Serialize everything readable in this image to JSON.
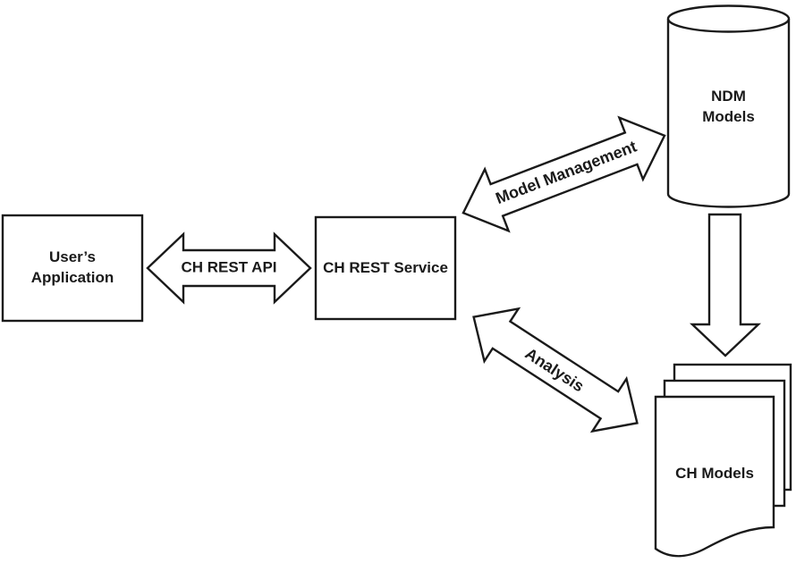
{
  "diagram": {
    "background_color": "#ffffff",
    "line_color": "#1a1a1a",
    "nodes": {
      "users_application": {
        "label": "User’s\nApplication",
        "shape": "rectangle"
      },
      "ch_rest_service": {
        "label": "CH REST Service",
        "shape": "rectangle"
      },
      "ndm_models": {
        "label": "NDM\nModels",
        "shape": "cylinder"
      },
      "ch_models": {
        "label": "CH Models",
        "shape": "document-stack"
      }
    },
    "connectors": {
      "ch_rest_api": {
        "label": "CH REST API",
        "type": "double-arrow",
        "from": "users_application",
        "to": "ch_rest_service"
      },
      "model_management": {
        "label": "Model Management",
        "type": "double-arrow",
        "from": "ch_rest_service",
        "to": "ndm_models"
      },
      "analysis": {
        "label": "Analysis",
        "type": "double-arrow",
        "from": "ch_rest_service",
        "to": "ch_models"
      },
      "ndm_to_ch": {
        "label": "",
        "type": "block-arrow-down",
        "from": "ndm_models",
        "to": "ch_models"
      }
    }
  }
}
